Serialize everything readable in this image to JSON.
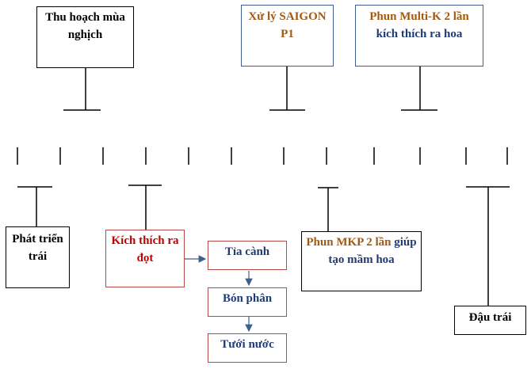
{
  "colors": {
    "black": "#000000",
    "orange": "#a05a14",
    "navy": "#1f3b73",
    "red": "#c00000",
    "arrow": "#3d5f8f"
  },
  "top": {
    "harvest_line1": "Thu hoạch mùa",
    "harvest_line2": "nghịch",
    "saigon_line1": "Xử lý SAIGON",
    "saigon_line2": "P1",
    "multik_line1": "Phun Multi-K 2 lần",
    "multik_line2": "kích thích ra hoa"
  },
  "bottom": {
    "fruit_dev_line1": "Phát triển",
    "fruit_dev_line2": "trái",
    "shoot_line1": "Kích thích ra",
    "shoot_line2": "đọt",
    "mkp_part1": "Phun MKP 2 lần",
    "mkp_part2": " giúp",
    "mkp_line2": "tạo mầm hoa",
    "fruit_set": "Đậu trái"
  },
  "steps": {
    "pruning": "Tỉa cành",
    "fertilize": "Bón phân",
    "watering": "Tưới nước"
  }
}
